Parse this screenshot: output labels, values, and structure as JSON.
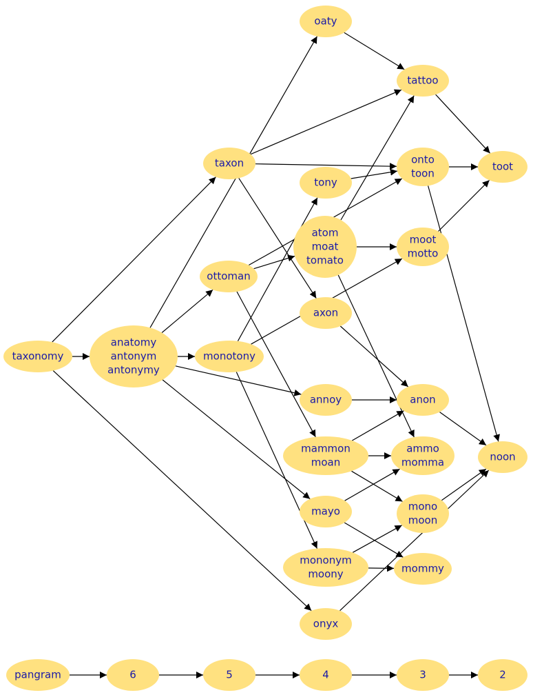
{
  "nodes": [
    {
      "id": "oaty",
      "lines": [
        "oaty"
      ]
    },
    {
      "id": "tattoo",
      "lines": [
        "tattoo"
      ]
    },
    {
      "id": "taxon",
      "lines": [
        "taxon"
      ]
    },
    {
      "id": "onto",
      "lines": [
        "onto",
        "toon"
      ]
    },
    {
      "id": "toot",
      "lines": [
        "toot"
      ]
    },
    {
      "id": "tony",
      "lines": [
        "tony"
      ]
    },
    {
      "id": "atom",
      "lines": [
        "atom",
        "moat",
        "tomato"
      ]
    },
    {
      "id": "moot",
      "lines": [
        "moot",
        "motto"
      ]
    },
    {
      "id": "ottoman",
      "lines": [
        "ottoman"
      ]
    },
    {
      "id": "axon",
      "lines": [
        "axon"
      ]
    },
    {
      "id": "taxonomy",
      "lines": [
        "taxonomy"
      ]
    },
    {
      "id": "anatomy",
      "lines": [
        "anatomy",
        "antonym",
        "antonymy"
      ]
    },
    {
      "id": "monotony",
      "lines": [
        "monotony"
      ]
    },
    {
      "id": "annoy",
      "lines": [
        "annoy"
      ]
    },
    {
      "id": "anon",
      "lines": [
        "anon"
      ]
    },
    {
      "id": "mammon",
      "lines": [
        "mammon",
        "moan"
      ]
    },
    {
      "id": "ammo",
      "lines": [
        "ammo",
        "momma"
      ]
    },
    {
      "id": "noon",
      "lines": [
        "noon"
      ]
    },
    {
      "id": "mayo",
      "lines": [
        "mayo"
      ]
    },
    {
      "id": "mono",
      "lines": [
        "mono",
        "moon"
      ]
    },
    {
      "id": "mononym",
      "lines": [
        "mononym",
        "moony"
      ]
    },
    {
      "id": "mommy",
      "lines": [
        "mommy"
      ]
    },
    {
      "id": "onyx",
      "lines": [
        "onyx"
      ]
    },
    {
      "id": "pangram",
      "lines": [
        "pangram"
      ]
    },
    {
      "id": "l6",
      "lines": [
        "6"
      ]
    },
    {
      "id": "l5",
      "lines": [
        "5"
      ]
    },
    {
      "id": "l4",
      "lines": [
        "4"
      ]
    },
    {
      "id": "l3",
      "lines": [
        "3"
      ]
    },
    {
      "id": "l2",
      "lines": [
        "2"
      ]
    }
  ],
  "edges": [
    [
      "oaty",
      "tattoo"
    ],
    [
      "tattoo",
      "toot"
    ],
    [
      "taxon",
      "tattoo"
    ],
    [
      "taxon",
      "onto"
    ],
    [
      "taxon",
      "axon"
    ],
    [
      "onto",
      "toot"
    ],
    [
      "onto",
      "noon"
    ],
    [
      "tony",
      "onto"
    ],
    [
      "atom",
      "tattoo"
    ],
    [
      "atom",
      "moot"
    ],
    [
      "atom",
      "ammo"
    ],
    [
      "moot",
      "toot"
    ],
    [
      "ottoman",
      "onto"
    ],
    [
      "ottoman",
      "atom"
    ],
    [
      "ottoman",
      "mammon"
    ],
    [
      "axon",
      "anon"
    ],
    [
      "taxonomy",
      "taxon"
    ],
    [
      "taxonomy",
      "anatomy"
    ],
    [
      "taxonomy",
      "onyx"
    ],
    [
      "anatomy",
      "oaty"
    ],
    [
      "anatomy",
      "ottoman"
    ],
    [
      "anatomy",
      "monotony"
    ],
    [
      "anatomy",
      "annoy"
    ],
    [
      "anatomy",
      "mayo"
    ],
    [
      "monotony",
      "tony"
    ],
    [
      "monotony",
      "moot"
    ],
    [
      "monotony",
      "mononym"
    ],
    [
      "annoy",
      "anon"
    ],
    [
      "anon",
      "noon"
    ],
    [
      "mammon",
      "anon"
    ],
    [
      "mammon",
      "ammo"
    ],
    [
      "mammon",
      "mono"
    ],
    [
      "mayo",
      "ammo"
    ],
    [
      "mayo",
      "mommy"
    ],
    [
      "mono",
      "noon"
    ],
    [
      "mononym",
      "mono"
    ],
    [
      "mononym",
      "mommy"
    ],
    [
      "onyx",
      "noon"
    ],
    [
      "pangram",
      "l6"
    ],
    [
      "l6",
      "l5"
    ],
    [
      "l5",
      "l4"
    ],
    [
      "l4",
      "l3"
    ],
    [
      "l3",
      "l2"
    ]
  ]
}
